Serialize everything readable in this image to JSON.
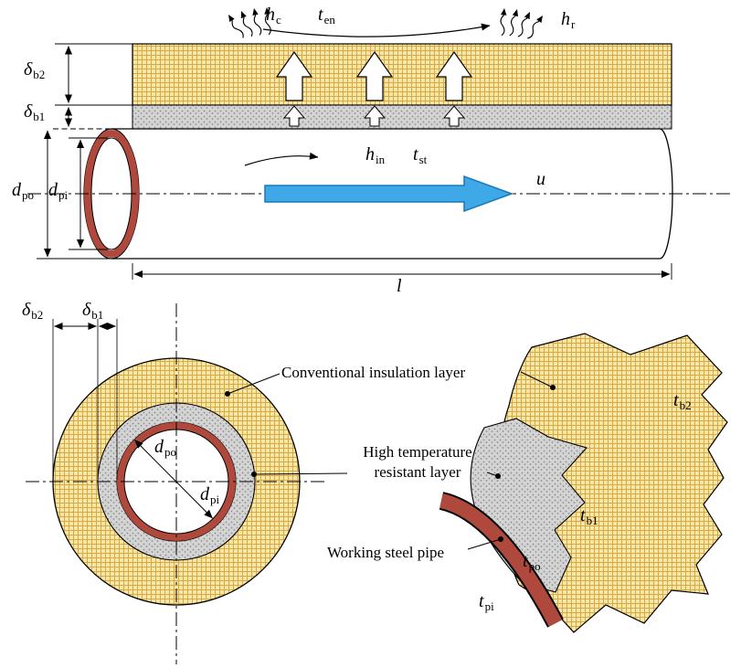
{
  "figure": {
    "description": "Insulated working steel pipe heat-transfer schematic with longitudinal section, cross section and exploded layer detail"
  },
  "colors": {
    "insulation_fill": "#F7E7A8",
    "insulation_hatch": "#D9A843",
    "resistant_fill": "#D4D4D4",
    "resistant_dot": "#8C8C8C",
    "steel_pipe": "#B0493D",
    "flow_arrow": "#3FA9E8",
    "line": "#000000"
  },
  "top_view": {
    "labels": {
      "h_c": {
        "base": "h",
        "sub": "c"
      },
      "t_en": {
        "base": "t",
        "sub": "en"
      },
      "h_r": {
        "base": "h",
        "sub": "r"
      },
      "delta_b2": {
        "base": "δ",
        "sub": "b2"
      },
      "delta_b1": {
        "base": "δ",
        "sub": "b1"
      },
      "d_po": {
        "base": "d",
        "sub": "po"
      },
      "d_pi": {
        "base": "d",
        "sub": "pi"
      },
      "h_in": {
        "base": "h",
        "sub": "in"
      },
      "t_st": {
        "base": "t",
        "sub": "st"
      },
      "u": {
        "base": "u",
        "sub": ""
      },
      "l": {
        "base": "l",
        "sub": ""
      }
    }
  },
  "cross_section": {
    "labels": {
      "delta_b2": {
        "base": "δ",
        "sub": "b2"
      },
      "delta_b1": {
        "base": "δ",
        "sub": "b1"
      },
      "d_po": {
        "base": "d",
        "sub": "po"
      },
      "d_pi": {
        "base": "d",
        "sub": "pi"
      }
    },
    "annotations": {
      "conventional": "Conventional insulation layer",
      "high_temp_line1": "High temperature",
      "high_temp_line2": "resistant layer",
      "steel": "Working steel pipe"
    }
  },
  "exploded_view": {
    "labels": {
      "t_b2": {
        "base": "t",
        "sub": "b2"
      },
      "t_b1": {
        "base": "t",
        "sub": "b1"
      },
      "t_po": {
        "base": "t",
        "sub": "po"
      },
      "t_pi": {
        "base": "t",
        "sub": "pi"
      }
    }
  }
}
